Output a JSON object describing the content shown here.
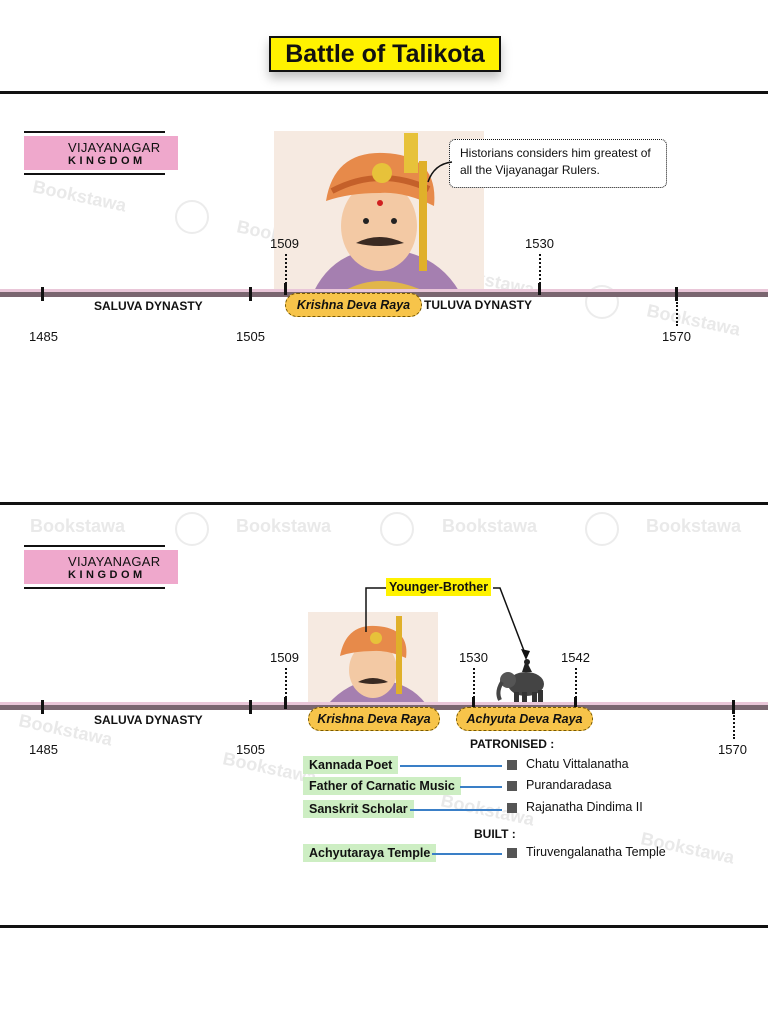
{
  "title": "Battle of Talikota",
  "watermark": "Bookstawa",
  "panel1": {
    "kingdom_line1": "VIJAYANAGAR",
    "kingdom_line2": "KINGDOM",
    "callout": "Historians considers him greatest of all the Vijayanagar Rulers.",
    "years": {
      "y1485": "1485",
      "y1505": "1505",
      "y1509": "1509",
      "y1530": "1530",
      "y1570": "1570"
    },
    "dynasty_saluva": "SALUVA DYNASTY",
    "dynasty_tuluva": "TULUVA DYNASTY",
    "king1": "Krishna Deva Raya"
  },
  "panel2": {
    "kingdom_line1": "VIJAYANAGAR",
    "kingdom_line2": "KINGDOM",
    "younger_brother": "Younger-Brother",
    "years": {
      "y1485": "1485",
      "y1505": "1505",
      "y1509": "1509",
      "y1530": "1530",
      "y1542": "1542",
      "y1570": "1570"
    },
    "dynasty_saluva": "SALUVA DYNASTY",
    "king1": "Krishna Deva Raya",
    "king2": "Achyuta Deva Raya",
    "patronised_label": "PATRONISED :",
    "built_label": "BUILT :",
    "patronised": [
      {
        "role": "Kannada Poet",
        "name": "Chatu Vittalanatha"
      },
      {
        "role": "Father of Carnatic Music",
        "name": "Purandaradasa"
      },
      {
        "role": "Sanskrit Scholar",
        "name": "Rajanatha Dindima II"
      }
    ],
    "built": [
      {
        "role": "Achyutaraya Temple",
        "name": "Tiruvengalanatha Temple"
      }
    ]
  },
  "colors": {
    "title_bg": "#fff200",
    "kingdom_bg": "#efa8cc",
    "king_bg": "#f7c44a",
    "green_bg": "#cdeec3",
    "timeline": "#7a6670"
  }
}
